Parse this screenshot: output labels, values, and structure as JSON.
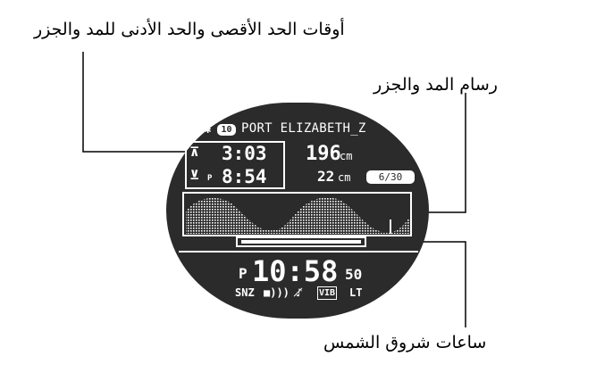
{
  "callouts": {
    "tide_times": "أوقات الحد الأقصى والحد الأدنى للمد والجزر",
    "tide_graph": "رسام المد والجزر",
    "sunrise_hours": "ساعات شروق الشمس"
  },
  "watch": {
    "bluetooth_icon": "bluetooth-icon",
    "day_badge": "10",
    "city": "PORT ELIZABETH_Z",
    "tide": {
      "high_icon": "high-tide-icon",
      "low_icon": "low-tide-icon",
      "high_time": "3:03",
      "low_period": "P",
      "low_time": "8:54",
      "high_height": "196",
      "high_unit": "cm",
      "low_height": "22",
      "low_unit": "cm",
      "date": "6/30"
    },
    "time": {
      "period": "P",
      "main": "10:58",
      "seconds": "50"
    },
    "indicators": {
      "snooze": "SNZ",
      "alarm": "■)))",
      "bell_icon": "bell-slash-icon",
      "vibration": "VIB",
      "light": "LT"
    },
    "colors": {
      "watch_bg": "#2b2b2b",
      "segment": "#ffffff"
    }
  }
}
